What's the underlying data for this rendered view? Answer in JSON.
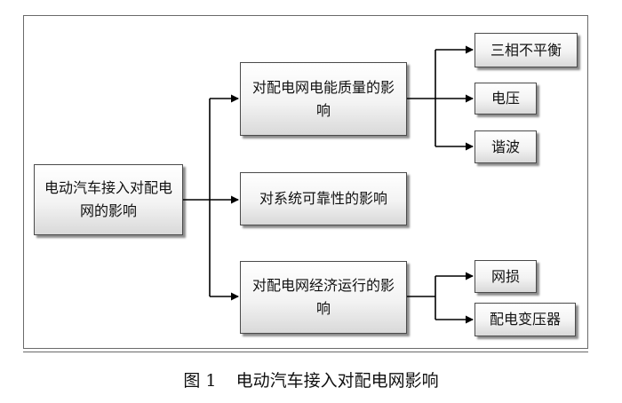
{
  "diagram": {
    "root": "电动汽车接入对配电网的影响",
    "mid": [
      "对配电网电能质量的影响",
      "对系统可靠性的影响",
      "对配电网经济运行的影响"
    ],
    "leaves_power_quality": [
      "三相不平衡",
      "电压",
      "谐波"
    ],
    "leaves_economic": [
      "网损",
      "配电变压器"
    ]
  },
  "caption": {
    "label": "图 1",
    "title": "电动汽车接入对配电网影响"
  }
}
